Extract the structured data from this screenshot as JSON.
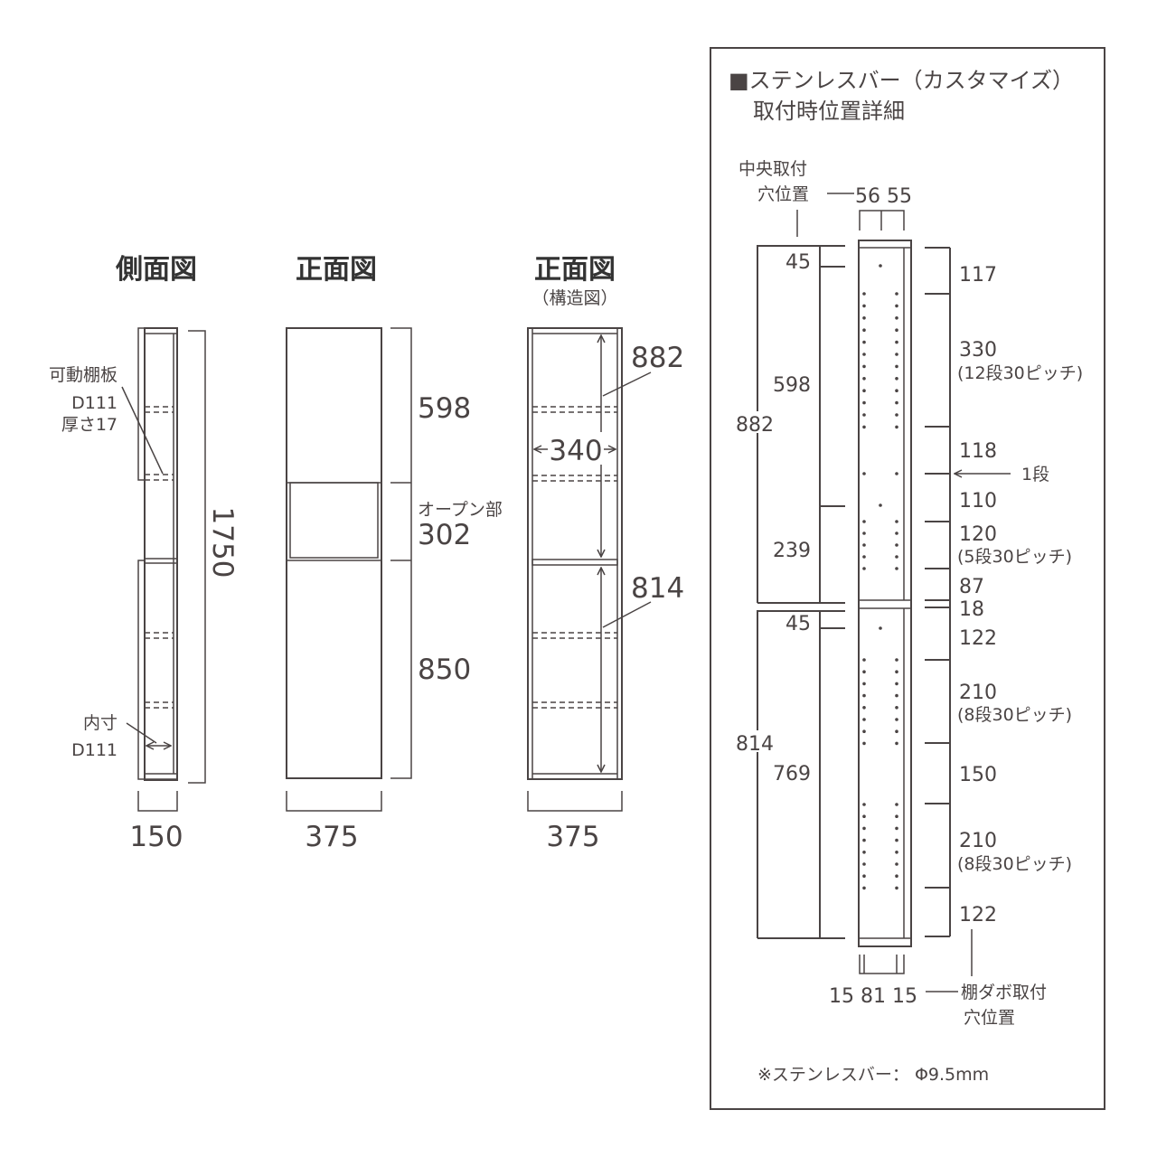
{
  "views": {
    "side": {
      "title": "側面図",
      "shelf_label": [
        "可動棚板",
        "D111",
        "厚さ17"
      ],
      "inner_label": [
        "内寸",
        "D111"
      ],
      "height": "1750",
      "width": "150"
    },
    "front": {
      "title": "正面図",
      "upper": "598",
      "open_label": "オープン部",
      "open": "302",
      "lower": "850",
      "width": "375"
    },
    "structure": {
      "title": "正面図",
      "subtitle": "（構造図）",
      "upper_inner": "882",
      "inner_width": "340",
      "lower_inner": "814",
      "width": "375"
    }
  },
  "detail": {
    "title": "■ステンレスバー（カスタマイズ）",
    "title2": "取付時位置詳細",
    "center_label": [
      "中央取付",
      "穴位置"
    ],
    "top_dims": "56 55",
    "left_dims": {
      "upper_offset": "45",
      "upper_a": "598",
      "upper_total": "882",
      "upper_b": "239",
      "lower_offset": "45",
      "lower_total": "814",
      "lower_a": "769"
    },
    "right_dims": [
      {
        "value": "117"
      },
      {
        "value": "330",
        "note": "(12段30ピッチ)"
      },
      {
        "value": "118"
      },
      {
        "value": "110"
      },
      {
        "value": "120",
        "note": "(5段30ピッチ)"
      },
      {
        "value": "87"
      },
      {
        "value": "18"
      },
      {
        "value": "122"
      },
      {
        "value": "210",
        "note": "(8段30ピッチ)"
      },
      {
        "value": "150"
      },
      {
        "value": "210",
        "note": "(8段30ピッチ)"
      },
      {
        "value": "122"
      }
    ],
    "step_marker": "1段",
    "bottom_dims": "15 81 15",
    "dowel_label": [
      "棚ダボ取付",
      "穴位置"
    ],
    "footnote": "※ステンレスバー： Φ9.5mm"
  }
}
